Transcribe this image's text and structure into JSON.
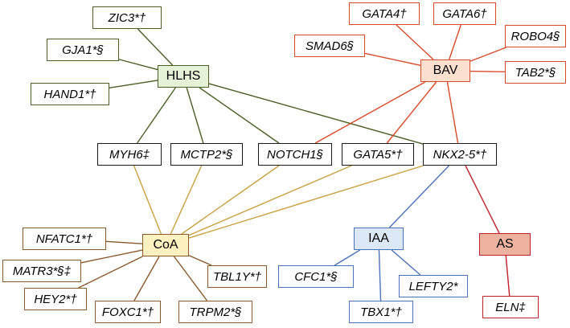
{
  "nodes": {
    "zic3": {
      "label": "ZIC3*†"
    },
    "gja1": {
      "label": "GJA1*§"
    },
    "hand1": {
      "label": "HAND1*†"
    },
    "hlhs": {
      "label": "HLHS"
    },
    "gata4": {
      "label": "GATA4†"
    },
    "gata6": {
      "label": "GATA6†"
    },
    "smad6": {
      "label": "SMAD6§"
    },
    "robo4": {
      "label": "ROBO4§"
    },
    "bav": {
      "label": "BAV"
    },
    "tab2": {
      "label": "TAB2*§"
    },
    "myh6": {
      "label": "MYH6‡"
    },
    "mctp2": {
      "label": "MCTP2*§"
    },
    "notch1": {
      "label": "NOTCH1§"
    },
    "gata5": {
      "label": "GATA5*†"
    },
    "nkx25": {
      "label": "NKX2-5*†"
    },
    "nfatc1": {
      "label": "NFATC1*†"
    },
    "coa": {
      "label": "CoA"
    },
    "matr3": {
      "label": "MATR3*§‡"
    },
    "tbl1y": {
      "label": "TBL1Y*†"
    },
    "hey2": {
      "label": "HEY2*†"
    },
    "foxc1": {
      "label": "FOXC1*†"
    },
    "trpm2": {
      "label": "TRPM2*§"
    },
    "iaa": {
      "label": "IAA"
    },
    "cfc1": {
      "label": "CFC1*§"
    },
    "lefty2": {
      "label": "LEFTY2*"
    },
    "tbx1": {
      "label": "TBX1*†"
    },
    "as": {
      "label": "AS"
    },
    "eln": {
      "label": "ELN‡"
    }
  },
  "edges": [
    {
      "from": "hlhs",
      "to": "zic3",
      "color": "#4a5f23"
    },
    {
      "from": "hlhs",
      "to": "gja1",
      "color": "#4a5f23"
    },
    {
      "from": "hlhs",
      "to": "hand1",
      "color": "#4a5f23"
    },
    {
      "from": "hlhs",
      "to": "myh6",
      "color": "#4a5f23"
    },
    {
      "from": "hlhs",
      "to": "mctp2",
      "color": "#4a5f23"
    },
    {
      "from": "hlhs",
      "to": "notch1",
      "color": "#4a5f23"
    },
    {
      "from": "hlhs",
      "to": "nkx25",
      "color": "#4a5f23"
    },
    {
      "from": "bav",
      "to": "gata4",
      "color": "#d84a2a"
    },
    {
      "from": "bav",
      "to": "gata6",
      "color": "#d84a2a"
    },
    {
      "from": "bav",
      "to": "smad6",
      "color": "#d84a2a"
    },
    {
      "from": "bav",
      "to": "robo4",
      "color": "#d84a2a"
    },
    {
      "from": "bav",
      "to": "tab2",
      "color": "#d84a2a"
    },
    {
      "from": "bav",
      "to": "notch1",
      "color": "#d84a2a"
    },
    {
      "from": "bav",
      "to": "gata5",
      "color": "#d84a2a"
    },
    {
      "from": "bav",
      "to": "nkx25",
      "color": "#d84a2a"
    },
    {
      "from": "coa",
      "to": "myh6",
      "color": "#c9a040"
    },
    {
      "from": "coa",
      "to": "mctp2",
      "color": "#c9a040"
    },
    {
      "from": "coa",
      "to": "notch1",
      "color": "#c9a040"
    },
    {
      "from": "coa",
      "to": "gata5",
      "color": "#c9a040"
    },
    {
      "from": "coa",
      "to": "nkx25",
      "color": "#c9a040"
    },
    {
      "from": "coa",
      "to": "nfatc1",
      "color": "#8a5a2b"
    },
    {
      "from": "coa",
      "to": "matr3",
      "color": "#8a5a2b"
    },
    {
      "from": "coa",
      "to": "hey2",
      "color": "#8a5a2b"
    },
    {
      "from": "coa",
      "to": "foxc1",
      "color": "#8a5a2b"
    },
    {
      "from": "coa",
      "to": "trpm2",
      "color": "#8a5a2b"
    },
    {
      "from": "coa",
      "to": "tbl1y",
      "color": "#8a5a2b"
    },
    {
      "from": "iaa",
      "to": "nkx25",
      "color": "#4a72b8"
    },
    {
      "from": "iaa",
      "to": "cfc1",
      "color": "#4a72b8"
    },
    {
      "from": "iaa",
      "to": "tbx1",
      "color": "#4a72b8"
    },
    {
      "from": "iaa",
      "to": "lefty2",
      "color": "#4a72b8"
    },
    {
      "from": "as",
      "to": "nkx25",
      "color": "#c0202a"
    },
    {
      "from": "as",
      "to": "eln",
      "color": "#c0202a"
    }
  ]
}
